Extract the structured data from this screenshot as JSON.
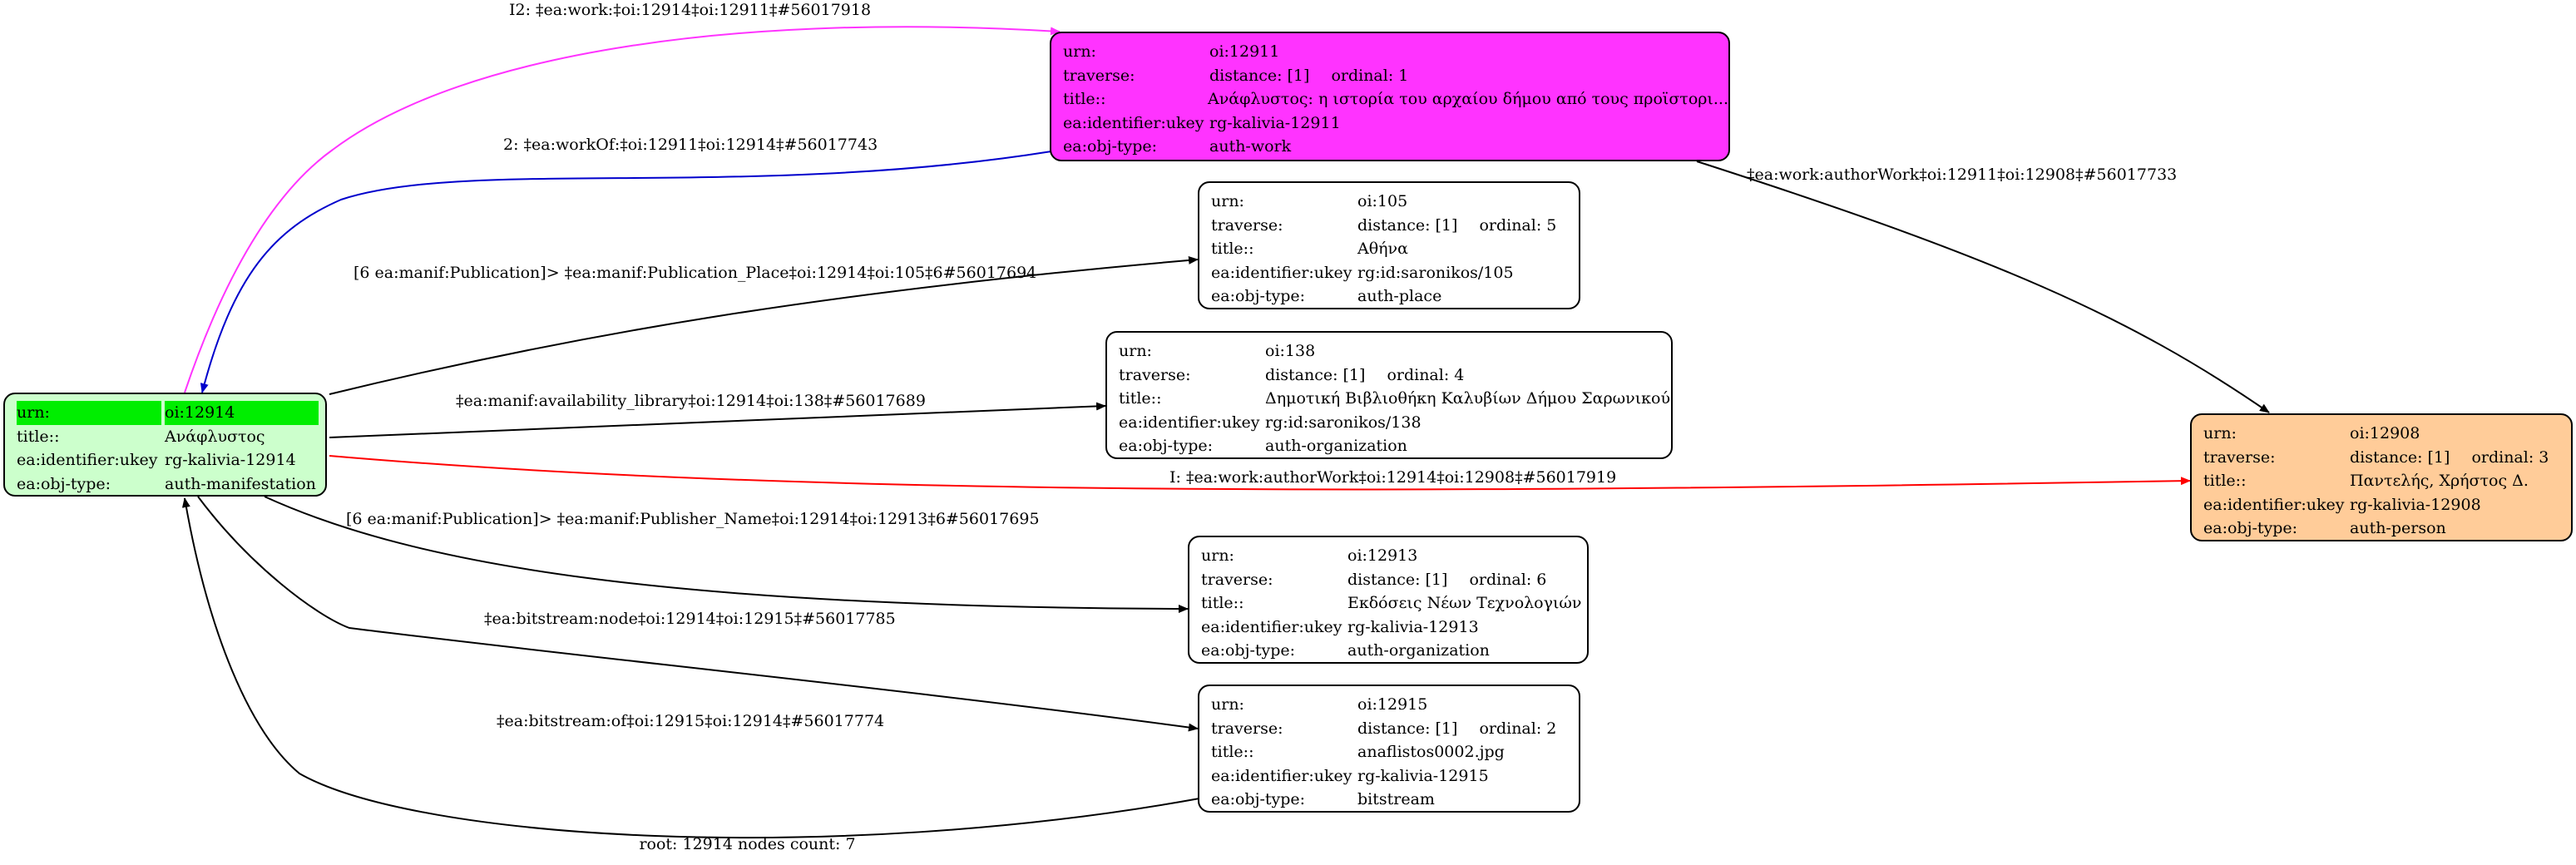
{
  "nodes": {
    "n12914": {
      "rows": [
        {
          "key": "urn:",
          "value": "oi:12914"
        },
        {
          "key": "title::",
          "value": "Ανάφλυστος"
        },
        {
          "key": "ea:identifier:ukey",
          "value": "rg-kalivia-12914"
        },
        {
          "key": "ea:obj-type:",
          "value": "auth-manifestation"
        }
      ],
      "fill": "#ccffcc",
      "highlight": "#00ee00"
    },
    "n12911": {
      "urn_key": "urn:",
      "urn": "oi:12911",
      "traverse_key": "traverse:",
      "distance": "distance: [1]",
      "ordinal": "ordinal: 1",
      "title_key": "title::",
      "title": "Ανάφλυστος: η ιστορία του αρχαίου δήμου από τους προϊστορι...",
      "ukey_key": "ea:identifier:ukey",
      "ukey": "rg-kalivia-12911",
      "type_key": "ea:obj-type:",
      "type": "auth-work",
      "fill": "#ff33ff"
    },
    "n105": {
      "urn_key": "urn:",
      "urn": "oi:105",
      "traverse_key": "traverse:",
      "distance": "distance: [1]",
      "ordinal": "ordinal: 5",
      "title_key": "title::",
      "title": "Αθήνα",
      "ukey_key": "ea:identifier:ukey",
      "ukey": "rg:id:saronikos/105",
      "type_key": "ea:obj-type:",
      "type": "auth-place"
    },
    "n138": {
      "urn_key": "urn:",
      "urn": "oi:138",
      "traverse_key": "traverse:",
      "distance": "distance: [1]",
      "ordinal": "ordinal: 4",
      "title_key": "title::",
      "title": "Δημοτική Βιβλιοθήκη Καλυβίων Δήμου Σαρωνικού",
      "ukey_key": "ea:identifier:ukey",
      "ukey": "rg:id:saronikos/138",
      "type_key": "ea:obj-type:",
      "type": "auth-organization"
    },
    "n12913": {
      "urn_key": "urn:",
      "urn": "oi:12913",
      "traverse_key": "traverse:",
      "distance": "distance: [1]",
      "ordinal": "ordinal: 6",
      "title_key": "title::",
      "title": "Εκδόσεις Νέων Τεχνολογιών",
      "ukey_key": "ea:identifier:ukey",
      "ukey": "rg-kalivia-12913",
      "type_key": "ea:obj-type:",
      "type": "auth-organization"
    },
    "n12915": {
      "urn_key": "urn:",
      "urn": "oi:12915",
      "traverse_key": "traverse:",
      "distance": "distance: [1]",
      "ordinal": "ordinal: 2",
      "title_key": "title::",
      "title": "anaflistos0002.jpg",
      "ukey_key": "ea:identifier:ukey",
      "ukey": "rg-kalivia-12915",
      "type_key": "ea:obj-type:",
      "type": "bitstream"
    },
    "n12908": {
      "urn_key": "urn:",
      "urn": "oi:12908",
      "traverse_key": "traverse:",
      "distance": "distance: [1]",
      "ordinal": "ordinal: 3",
      "title_key": "title::",
      "title": "Παντελής, Χρήστος Δ.",
      "ukey_key": "ea:identifier:ukey",
      "ukey": "rg-kalivia-12908",
      "type_key": "ea:obj-type:",
      "type": "auth-person",
      "fill": "#ffcc99"
    }
  },
  "edges": {
    "e_work": {
      "label": "I2: ‡ea:work:‡oi:12914‡oi:12911‡#56017918",
      "color": "#ff33ff"
    },
    "e_workof": {
      "label": "2: ‡ea:workOf:‡oi:12911‡oi:12914‡#56017743",
      "color": "#0000cc"
    },
    "e_authorwork_12911": {
      "label": "‡ea:work:authorWork‡oi:12911‡oi:12908‡#56017733",
      "color": "#000000"
    },
    "e_place": {
      "label": "[6 ea:manif:Publication]> ‡ea:manif:Publication_Place‡oi:12914‡oi:105‡6#56017694",
      "color": "#000000"
    },
    "e_library": {
      "label": "‡ea:manif:availability_library‡oi:12914‡oi:138‡#56017689",
      "color": "#000000"
    },
    "e_authorwork_12914": {
      "label": "I: ‡ea:work:authorWork‡oi:12914‡oi:12908‡#56017919",
      "color": "#ff0000"
    },
    "e_publisher": {
      "label": "[6 ea:manif:Publication]> ‡ea:manif:Publisher_Name‡oi:12914‡oi:12913‡6#56017695",
      "color": "#000000"
    },
    "e_bitstream_node": {
      "label": "‡ea:bitstream:node‡oi:12914‡oi:12915‡#56017785",
      "color": "#000000"
    },
    "e_bitstream_of": {
      "label": "‡ea:bitstream:of‡oi:12915‡oi:12914‡#56017774",
      "color": "#000000"
    }
  },
  "footer": "root: 12914 nodes count: 7"
}
